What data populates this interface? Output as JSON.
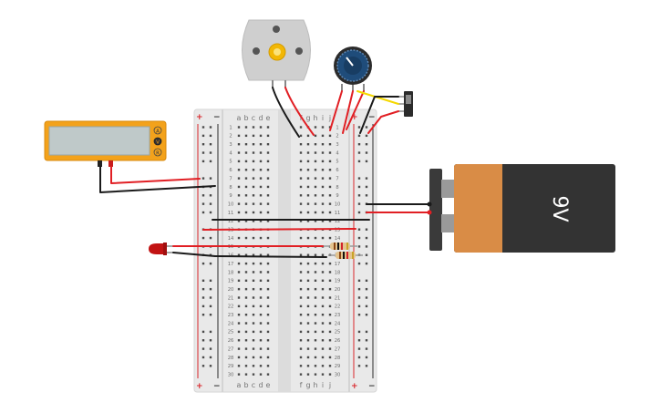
{
  "breadboard": {
    "rows": 30,
    "columns_left": [
      "a",
      "b",
      "c",
      "d",
      "e"
    ],
    "columns_right": [
      "f",
      "g",
      "h",
      "i",
      "j"
    ],
    "rail_plus": "+",
    "rail_minus": "−"
  },
  "battery": {
    "label": "9V"
  },
  "multimeter": {
    "modes": [
      "A",
      "V",
      "R"
    ],
    "selected_mode": "V"
  },
  "colors": {
    "wire_red": "#e11f24",
    "wire_black": "#1a1a1a",
    "wire_yellow": "#f5d800",
    "breadboard": "#e9e9e9",
    "rail_red": "#d9262c",
    "rail_black": "#2b2b2b",
    "battery_body": "#333333",
    "battery_wrap": "#d98c46",
    "multimeter_case": "#f3a21b",
    "led": "#c21313",
    "potentiometer_knob": "#1f4c7a"
  },
  "components": {
    "motor": "dc-motor",
    "potentiometer": "rotary-potentiometer",
    "switch": "slide-switch",
    "led": "red-led",
    "resistors": 2
  }
}
